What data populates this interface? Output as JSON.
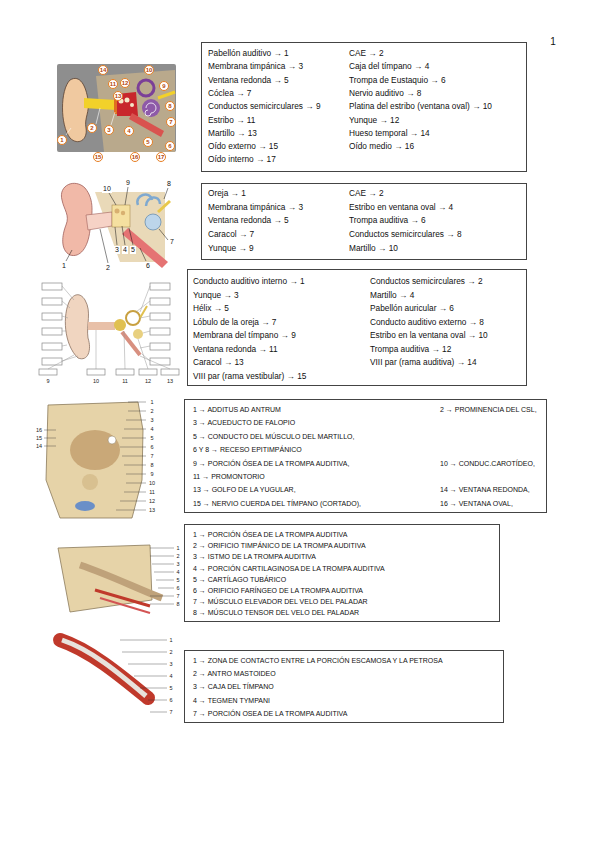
{
  "diagram": {
    "nodes": [
      {
        "text": [
          "Pabellón auditivo → 1",
          "CAE → 2",
          "Membrana timpánica → 3",
          "Caja del tímpano → 4",
          "Ventana redonda → 5",
          "Trompa de Eustaquio → 6",
          "Cóclea → 7",
          "Nervio auditivo → 8",
          "Conductos semicirculares → 9",
          "Platina del estribo (ventana oval) → 10",
          "Estribo → 11",
          "Yunque → 12",
          "Martillo → 13",
          "Hueso temporal → 14",
          "Oído externo → 15",
          "Oído medio → 16",
          "Oído interno → 17"
        ]
      },
      {
        "text": [
          "Oreja → 1",
          "CAE → 2",
          "Membrana timpánica → 3",
          "Estribo en ventana oval → 4",
          "Ventana redonda → 5",
          "Trompa auditiva → 6",
          "Caracol → 7",
          "Conductos semicirculares → 8",
          "Yunque → 9",
          "Martillo → 10"
        ]
      },
      {
        "text": [
          "Conducto auditivo interno → 1",
          "Conductos semicirculares → 2",
          "Yunque → 3",
          "Martillo → 4",
          "Hélix → 5",
          "Pabellón auricular → 6",
          "Lóbulo de la oreja → 7",
          "Conducto auditivo externo → 8",
          "Membrana del tímpano → 9",
          "Estribo en la ventana oval → 10",
          "Ventana redonda → 11",
          "Trompa auditiva → 12",
          "Caracol → 13",
          "VIII par (rama auditiva) → 14",
          "VIII par (rama vestibular) → 15"
        ]
      },
      {
        "text": [
          "1 → ADDITUS AD ANTRUM",
          "2 → PROMINENCIA DEL CSL,",
          "3 → ACUEDUCTO DE FALOPIO",
          "5 → CONDUCTO DEL MÚSCULO DEL MARTILLO,",
          "6 Y 8 → RECESO EPITIMPÁNICO",
          "9 → PORCIÓN ÓSEA DE LA TROMPA AUDITIVA,",
          "10 → CONDUC.CAROTÍDEO,",
          "11 → PROMONTORIO",
          "13 → GOLFO DE LA YUGULAR,",
          "14 → VENTANA REDONDA,",
          "15 → NERVIO CUERDA DEL TÍMPANO (CORTADO),",
          "16 → VENTANA OVAL,"
        ]
      },
      {
        "text": [
          "1 → PORCIÓN ÓSEA DE LA TROMPA AUDITIVA",
          "2 → ORIFICIO TIMPÁNICO DE LA TROMPA AUDITIVA",
          "3 → ISTMO DE LA TROMPA AUDITIVA",
          "4 → PORCIÓN CARTILAGINOSA DE LA TROMPA AUDITIVA",
          "5 → CARTÍLAGO TUBÁRICO",
          "6 → ORIFICIO FARÍNGEO DE LA TROMPA AUDITIVA",
          "7 → MÚSCULO ELEVADOR DEL VELO DEL PALADAR",
          "8 → MÚSCULO TENSOR DEL VELO DEL PALADAR"
        ]
      },
      {
        "text": [
          "1 → ZONA DE CONTACTO ENTRE LA PORCIÓN ESCAMOSA Y LA PETROSA",
          "2 → ANTRO MASTOIDEO",
          "3 → CAJA DEL TÍMPANO",
          "4 → TEGMEN TYMPANI",
          "7 → PORCIÓN OSEA DE LA TROMPA AUDITIVA"
        ]
      }
    ],
    "labels": [
      "1",
      "1",
      "2",
      "3",
      "4",
      "5",
      "6",
      "7",
      "8",
      "9",
      "10",
      "11",
      "12",
      "13",
      "14",
      "15",
      "16",
      "17",
      "1",
      "2",
      "3",
      "4",
      "5",
      "6",
      "7",
      "8",
      "9",
      "10",
      "9",
      "10",
      "11",
      "12",
      "13",
      "1",
      "2",
      "3",
      "4",
      "5",
      "6",
      "7",
      "8",
      "9",
      "10",
      "11",
      "12",
      "13",
      "14",
      "15",
      "16",
      "1",
      "2",
      "3",
      "4",
      "5",
      "6",
      "7",
      "8",
      "1",
      "2",
      "3",
      "4",
      "5",
      "6",
      "7"
    ]
  }
}
